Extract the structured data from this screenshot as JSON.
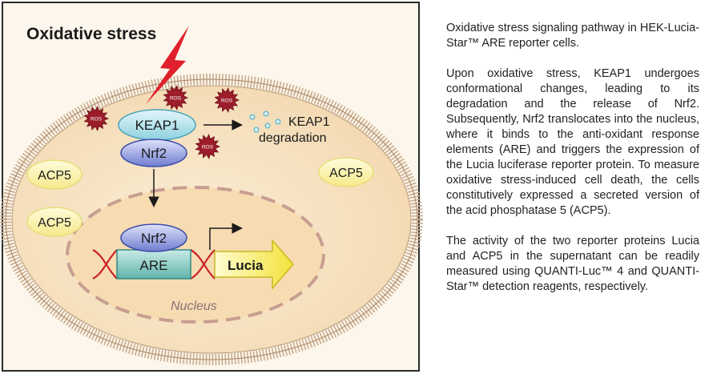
{
  "diagram": {
    "title": "Oxidative stress",
    "keap1_label": "KEAP1",
    "nrf2_label": "Nrf2",
    "ros_label": "ROS",
    "degradation_line1": "KEAP1",
    "degradation_line2": "degradation",
    "acp5_label": "ACP5",
    "nrf2_nuclear_label": "Nrf2",
    "are_label": "ARE",
    "lucia_label": "Lucia",
    "nucleus_label": "Nucleus",
    "colors": {
      "panel_bg": "#fcf6ec",
      "cell_fill": "#f8e3c3",
      "membrane": "#b89878",
      "lightning": "#e0202a",
      "ros": "#9c1d2b",
      "keap1": "#bfe6ee",
      "nrf2": "#4a58b8",
      "acp5": "#fff6b0",
      "are": "#7fc9c1",
      "lucia": "#f2e440",
      "dna": "#c8202a",
      "nucleus_dash": "#c89e92"
    }
  },
  "caption": {
    "paragraph1": "Oxidative stress signaling pathway in HEK-Lucia-Star™ ARE reporter cells.",
    "paragraph2": "Upon oxidative stress, KEAP1 undergoes conformational changes, leading to its degradation and the release of Nrf2. Subsequently, Nrf2 translocates into the nucleus, where it binds to the anti-oxidant response elements (ARE) and triggers the expression of the Lucia luciferase reporter protein. To measure oxidative stress-induced cell death, the cells constitutively expressed a secreted version of the acid phosphatase 5 (ACP5).",
    "paragraph3": "The activity of the two reporter proteins Lucia and ACP5 in the supernatant can be readily measured using QUANTI-Luc™ 4 and QUANTI-Star™ detection reagents, respectively."
  }
}
